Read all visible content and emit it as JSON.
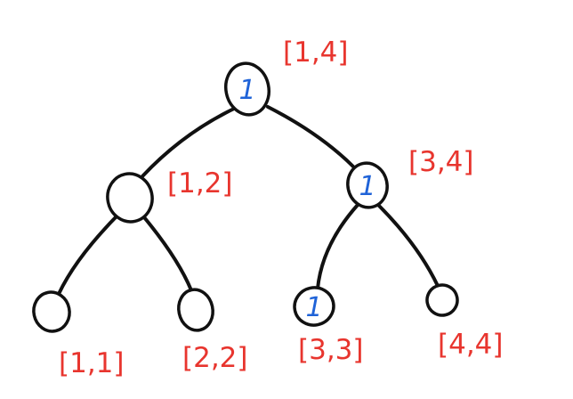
{
  "colors": {
    "ink": "#111111",
    "label": "#e8352e",
    "value": "#1f63d8",
    "background": "#ffffff"
  },
  "tree": {
    "nodes": [
      {
        "id": "n14",
        "range": "[1,4]",
        "value": "1"
      },
      {
        "id": "n12",
        "range": "[1,2]",
        "value": ""
      },
      {
        "id": "n34",
        "range": "[3,4]",
        "value": "1"
      },
      {
        "id": "n11",
        "range": "[1,1]",
        "value": ""
      },
      {
        "id": "n22",
        "range": "[2,2]",
        "value": ""
      },
      {
        "id": "n33",
        "range": "[3,3]",
        "value": "1"
      },
      {
        "id": "n44",
        "range": "[4,4]",
        "value": ""
      }
    ],
    "edges": [
      {
        "from": "n14",
        "to": "n12"
      },
      {
        "from": "n14",
        "to": "n34"
      },
      {
        "from": "n12",
        "to": "n11"
      },
      {
        "from": "n12",
        "to": "n22"
      },
      {
        "from": "n34",
        "to": "n33"
      },
      {
        "from": "n34",
        "to": "n44"
      }
    ]
  }
}
